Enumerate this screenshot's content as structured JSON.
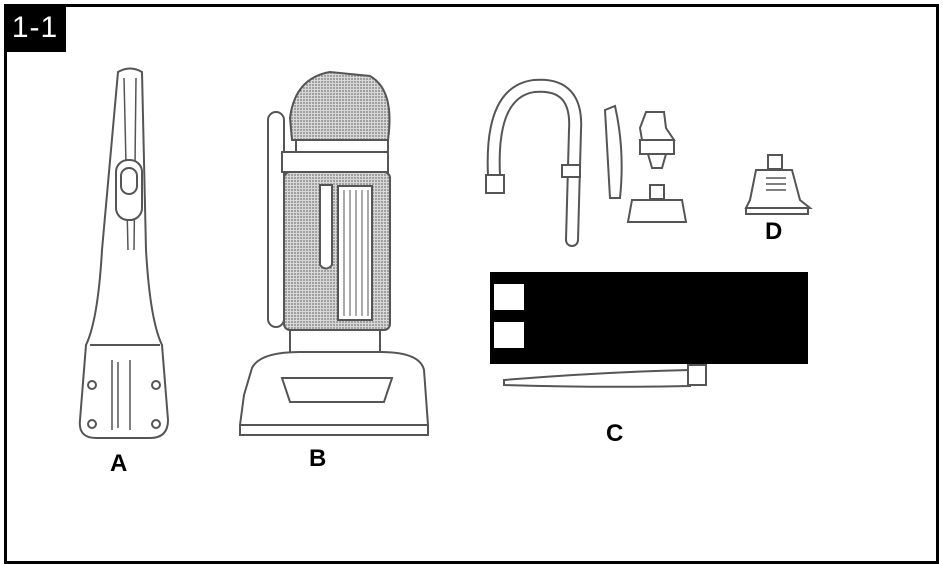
{
  "figure": {
    "badge": "1-1",
    "labels": {
      "a": "A",
      "b": "B",
      "c": "C",
      "d": "D"
    }
  }
}
